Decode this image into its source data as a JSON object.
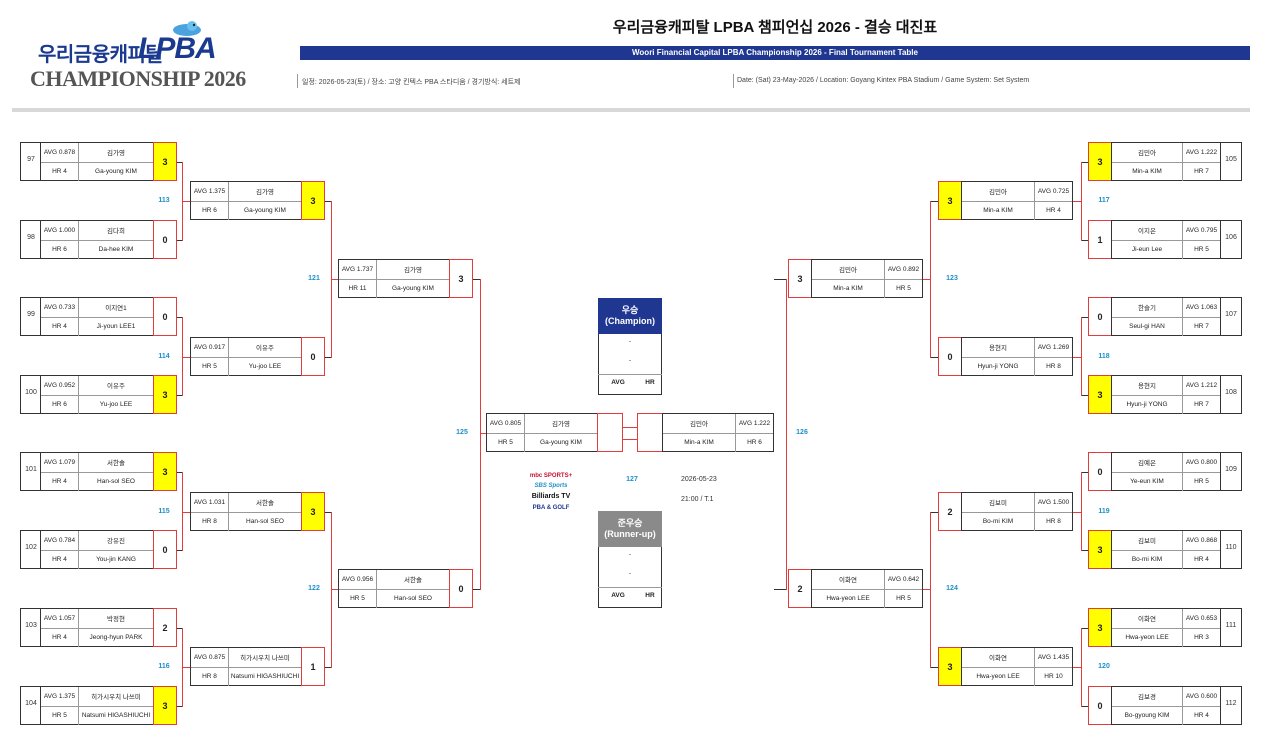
{
  "header": {
    "logo_ko": "우리금융캐피탈",
    "logo_lpba": "LPBA",
    "logo_champ": "CHAMPIONSHIP 2026",
    "title_ko": "우리금융캐피탈 LPBA 챔피언십 2026 - 결승 대진표",
    "title_en": "Woori Financial Capital LPBA Championship 2026 - Final Tournament Table",
    "info_ko": "일정: 2026-05-23(토) / 장소: 고양 킨텍스 PBA 스타디움 / 경기방식: 세트제",
    "info_en": "Date: (Sat) 23-May-2026 / Location: Goyang Kintex PBA Stadium / Game System: Set System"
  },
  "r1_left": [
    {
      "seed": "97",
      "avg": "AVG 0.878",
      "ko": "김가영",
      "hr": "HR 4",
      "en": "Ga-young KIM",
      "score": "3",
      "win": true
    },
    {
      "seed": "98",
      "avg": "AVG 1.000",
      "ko": "김다희",
      "hr": "HR 6",
      "en": "Da-hee KIM",
      "score": "0",
      "win": false
    },
    {
      "seed": "99",
      "avg": "AVG 0.733",
      "ko": "이지연1",
      "hr": "HR 4",
      "en": "Ji-youn LEE1",
      "score": "0",
      "win": false
    },
    {
      "seed": "100",
      "avg": "AVG 0.952",
      "ko": "이유주",
      "hr": "HR 6",
      "en": "Yu-joo LEE",
      "score": "3",
      "win": true
    },
    {
      "seed": "101",
      "avg": "AVG 1.079",
      "ko": "서한솔",
      "hr": "HR 4",
      "en": "Han-sol SEO",
      "score": "3",
      "win": true
    },
    {
      "seed": "102",
      "avg": "AVG 0.784",
      "ko": "강유진",
      "hr": "HR 4",
      "en": "You-jin KANG",
      "score": "0",
      "win": false
    },
    {
      "seed": "103",
      "avg": "AVG 1.057",
      "ko": "박정현",
      "hr": "HR 4",
      "en": "Jeong-hyun PARK",
      "score": "2",
      "win": false
    },
    {
      "seed": "104",
      "avg": "AVG 1.375",
      "ko": "히가시우치 나쓰미",
      "hr": "HR 5",
      "en": "Natsumi HIGASHIUCHI",
      "score": "3",
      "win": true
    }
  ],
  "r1_right": [
    {
      "seed": "105",
      "avg": "AVG 1.222",
      "ko": "김민아",
      "hr": "HR 7",
      "en": "Min-a KIM",
      "score": "3",
      "win": true
    },
    {
      "seed": "106",
      "avg": "AVG 0.795",
      "ko": "이지은",
      "hr": "HR 5",
      "en": "Ji-eun Lee",
      "score": "1",
      "win": false
    },
    {
      "seed": "107",
      "avg": "AVG 1.063",
      "ko": "한슬기",
      "hr": "HR 7",
      "en": "Seul-gi HAN",
      "score": "0",
      "win": false
    },
    {
      "seed": "108",
      "avg": "AVG 1.212",
      "ko": "용현지",
      "hr": "HR 7",
      "en": "Hyun-ji YONG",
      "score": "3",
      "win": true
    },
    {
      "seed": "109",
      "avg": "AVG 0.800",
      "ko": "김예은",
      "hr": "HR 5",
      "en": "Ye-eun KIM",
      "score": "0",
      "win": false
    },
    {
      "seed": "110",
      "avg": "AVG 0.868",
      "ko": "김보미",
      "hr": "HR 4",
      "en": "Bo-mi KIM",
      "score": "3",
      "win": true
    },
    {
      "seed": "111",
      "avg": "AVG 0.653",
      "ko": "이화연",
      "hr": "HR 3",
      "en": "Hwa-yeon LEE",
      "score": "3",
      "win": true
    },
    {
      "seed": "112",
      "avg": "AVG 0.600",
      "ko": "김보경",
      "hr": "HR 4",
      "en": "Bo-gyoung KIM",
      "score": "0",
      "win": false
    }
  ],
  "r2_left": [
    {
      "match": "113",
      "avg": "AVG 1.375",
      "ko": "김가영",
      "hr": "HR 6",
      "en": "Ga-young KIM",
      "score": "3",
      "win": true
    },
    {
      "match": "114",
      "avg": "AVG 0.917",
      "ko": "이유주",
      "hr": "HR 5",
      "en": "Yu-joo LEE",
      "score": "0",
      "win": false
    },
    {
      "match": "115",
      "avg": "AVG 1.031",
      "ko": "서한솔",
      "hr": "HR 8",
      "en": "Han-sol SEO",
      "score": "3",
      "win": true
    },
    {
      "match": "116",
      "avg": "AVG 0.875",
      "ko": "히가시우치 나쓰미",
      "hr": "HR 8",
      "en": "Natsumi HIGASHIUCHI",
      "score": "1",
      "win": false
    }
  ],
  "r2_right": [
    {
      "match": "117",
      "avg": "AVG 0.725",
      "ko": "김민아",
      "hr": "HR 4",
      "en": "Min-a KIM",
      "score": "3",
      "win": true
    },
    {
      "match": "118",
      "avg": "AVG 1.269",
      "ko": "용현지",
      "hr": "HR 8",
      "en": "Hyun-ji YONG",
      "score": "0",
      "win": false
    },
    {
      "match": "119",
      "avg": "AVG 1.500",
      "ko": "김보미",
      "hr": "HR 8",
      "en": "Bo-mi KIM",
      "score": "2",
      "win": false
    },
    {
      "match": "120",
      "avg": "AVG 1.435",
      "ko": "이화연",
      "hr": "HR 10",
      "en": "Hwa-yeon LEE",
      "score": "3",
      "win": true
    }
  ],
  "r3_left": [
    {
      "match": "121",
      "avg": "AVG 1.737",
      "ko": "김가영",
      "hr": "HR 11",
      "en": "Ga-young KIM",
      "score": "3"
    },
    {
      "match": "122",
      "avg": "AVG 0.956",
      "ko": "서한솔",
      "hr": "HR 5",
      "en": "Han-sol SEO",
      "score": "0"
    }
  ],
  "r3_right": [
    {
      "match": "123",
      "avg": "AVG 0.892",
      "ko": "김민아",
      "hr": "HR 5",
      "en": "Min-a KIM",
      "score": "3"
    },
    {
      "match": "124",
      "avg": "AVG 0.642",
      "ko": "이화연",
      "hr": "HR 5",
      "en": "Hwa-yeon LEE",
      "score": "2"
    }
  ],
  "semi": {
    "left": {
      "match": "125",
      "avg": "AVG 0.805",
      "ko": "김가영",
      "hr": "HR 5",
      "en": "Ga-young KIM"
    },
    "right": {
      "match": "126",
      "avg": "AVG 1.222",
      "ko": "김민아",
      "hr": "HR 6",
      "en": "Min-a KIM"
    }
  },
  "final": {
    "match": "127",
    "date": "2026-05-23",
    "time": "21:00 / T.1"
  },
  "champion": {
    "head_ko": "우승",
    "head_en": "(Champion)",
    "line1": "-",
    "line2": "-",
    "avg": "AVG",
    "hr": "HR",
    "color": "#1f3791"
  },
  "runnerup": {
    "head_ko": "준우승",
    "head_en": "(Runner-up)",
    "line1": "-",
    "line2": "-",
    "avg": "AVG",
    "hr": "HR",
    "color": "#8a8a8a"
  },
  "broadcasters": {
    "b1": "mbc SPORTS+",
    "b2": "SBS Sports",
    "b3": "Billiards TV",
    "b4": "PBA & GOLF"
  }
}
